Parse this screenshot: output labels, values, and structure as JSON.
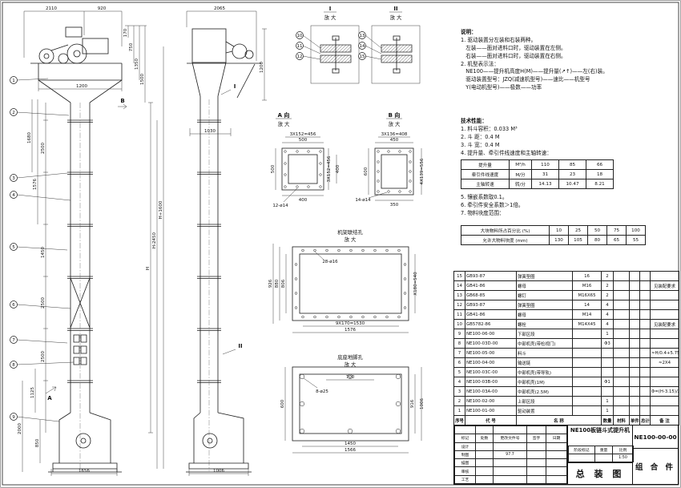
{
  "sheet": {
    "bg": "#ffffff",
    "line_color": "#1a1a1a"
  },
  "marks": {
    "a": "A",
    "b": "B",
    "i": "I",
    "ii": "II",
    "enlarge": "放 大",
    "detail_a": "A 向",
    "detail_b": "B 向",
    "frame_title": "机架联结孔",
    "base_title": "底座地脚孔"
  },
  "dims": {
    "v1_2110": "2110",
    "v1_920": "920",
    "v1_170": "170",
    "v1_750": "750",
    "v1_1350": "1350",
    "v1_1500": "1500",
    "v1_1200": "1200",
    "v1_1680": "1680",
    "v1_1576": "1576",
    "v1_2500": "2500",
    "v1_1450": "1450",
    "v1_1125": "1125",
    "v1_2000": "2000",
    "v1_850": "850",
    "v1_1656": "1656",
    "v1_h": "H",
    "v1_h_minus": "H-2450",
    "v1_h_plus": "H+1600",
    "v2_2065": "2065",
    "v2_1200": "1200",
    "v2_1030": "1030",
    "v2_1006": "1006",
    "a_top": "500",
    "a_top_in": "3X152=456",
    "a_left": "500",
    "a_right": "3X152=456",
    "a_bottom": "400",
    "a_right2": "400",
    "a_note": "12-ø14",
    "b_top": "450",
    "b_top_in": "3X136=408",
    "b_left": "600",
    "b_right": "4X139=556",
    "b_bottom": "350",
    "b_note": "14-ø14",
    "f_note": "28-ø16",
    "f_926": "926",
    "f_880": "880",
    "f_806": "806",
    "f_540": "X180=540",
    "f_1530": "9X170=1530",
    "f_1576": "1576",
    "g_note": "8-ø25",
    "g_600": "600",
    "g_916": "916",
    "g_1006": "1006",
    "g_700": "700",
    "g_1450": "1450",
    "g_1566": "1566"
  },
  "balloons": [
    "1",
    "2",
    "3",
    "4",
    "5",
    "6",
    "7",
    "8",
    "9",
    "10",
    "11",
    "12",
    "13",
    "14",
    "15"
  ],
  "notes": {
    "heading": "说明：",
    "lines": [
      "1. 驱动装置分左装和右装两种。",
      "   左装——面对进料口时，驱动装置在左侧。",
      "   右装——面对进料口时，驱动装置在右侧。",
      "2. 机型表示法：",
      "   NE100——提升机高度H(M)——提升量(↗↑)——左(右)装。",
      "   驱动装置型号：JZQ(减速机型号)——速比——机型号",
      "   Y(电动机型号)——极数——功率"
    ]
  },
  "tech": {
    "heading": "技术性能：",
    "items": [
      "1. 料斗容积：0.033 M³",
      "2. 斗 距：0.4 M",
      "3. 斗 宽：0.4 M",
      "4. 提升量、牵引件线速度和主轴转速："
    ],
    "speed_table": {
      "rows": [
        [
          "提升量",
          "M³/h",
          "110",
          "85",
          "66"
        ],
        [
          "牵引件线速度",
          "M/分",
          "31",
          "23",
          "18"
        ],
        [
          "主轴转速",
          "转/分",
          "14.13",
          "10.47",
          "8.21"
        ]
      ]
    },
    "items2": [
      "5. 镶嵌系数取0.1。",
      "6. 牵引件安全系数＞1倍。",
      "7. 物料块度范围："
    ],
    "lump_table": {
      "rows": [
        [
          "大块物料所占百分比 (%)",
          "10",
          "25",
          "50",
          "75",
          "100"
        ],
        [
          "允许大物料块度 (mm)",
          "130",
          "105",
          "80",
          "65",
          "55"
        ]
      ]
    }
  },
  "bom": {
    "h": {
      "no": "序号",
      "code": "代 号",
      "name": "名 称",
      "qty": "数量",
      "mat": "材料",
      "w1": "单件",
      "w2": "总计",
      "remark": "备 注"
    },
    "rows": [
      {
        "no": "15",
        "code": "GB93-87",
        "name": "弹簧垫圈",
        "spec": "16",
        "qty": "2",
        "mat": "",
        "w1": "",
        "w2": "",
        "remark": ""
      },
      {
        "no": "14",
        "code": "GB41-86",
        "name": "螺母",
        "spec": "M16",
        "qty": "2",
        "mat": "",
        "w1": "",
        "w2": "",
        "remark": "见装配要求"
      },
      {
        "no": "13",
        "code": "GB68-85",
        "name": "螺钉",
        "spec": "M16X65",
        "qty": "2",
        "mat": "",
        "w1": "",
        "w2": "",
        "remark": ""
      },
      {
        "no": "12",
        "code": "GB93-87",
        "name": "弹簧垫圈",
        "spec": "14",
        "qty": "4",
        "mat": "",
        "w1": "",
        "w2": "",
        "remark": ""
      },
      {
        "no": "11",
        "code": "GB41-86",
        "name": "螺母",
        "spec": "M14",
        "qty": "4",
        "mat": "",
        "w1": "",
        "w2": "",
        "remark": ""
      },
      {
        "no": "10",
        "code": "GB5782-86",
        "name": "螺栓",
        "spec": "M14X45",
        "qty": "4",
        "mat": "",
        "w1": "",
        "w2": "",
        "remark": "见装配要求"
      },
      {
        "no": "9",
        "code": "NE100-06-00",
        "name": "下部区段",
        "spec": "",
        "qty": "1",
        "mat": "",
        "w1": "",
        "w2": "",
        "remark": ""
      },
      {
        "no": "8",
        "code": "NE100-03D-00",
        "name": "中部机壳(带检视门)",
        "spec": "",
        "qty": "Φ3",
        "mat": "",
        "w1": "",
        "w2": "",
        "remark": ""
      },
      {
        "no": "7",
        "code": "NE100-05-00",
        "name": "料斗",
        "spec": "",
        "qty": "",
        "mat": "",
        "w1": "",
        "w2": "",
        "remark": "≈H/0.4+5.75"
      },
      {
        "no": "6",
        "code": "NE100-04-00",
        "name": "输送链",
        "spec": "",
        "qty": "",
        "mat": "",
        "w1": "",
        "w2": "",
        "remark": "≈2X4"
      },
      {
        "no": "5",
        "code": "NE100-03C-00",
        "name": "中部机壳(带导轨)",
        "spec": "",
        "qty": "",
        "mat": "",
        "w1": "",
        "w2": "",
        "remark": ""
      },
      {
        "no": "4",
        "code": "NE100-03B-00",
        "name": "中部机壳(1M)",
        "spec": "",
        "qty": "Φ1",
        "mat": "",
        "w1": "",
        "w2": "",
        "remark": ""
      },
      {
        "no": "3",
        "code": "NE100-03A-00",
        "name": "中部机壳(2.5M)",
        "spec": "",
        "qty": "",
        "mat": "",
        "w1": "",
        "w2": "",
        "remark": "Φ=(H-3.15)/2.5"
      },
      {
        "no": "2",
        "code": "NE100-02-00",
        "name": "上部区段",
        "spec": "",
        "qty": "1",
        "mat": "",
        "w1": "",
        "w2": "",
        "remark": ""
      },
      {
        "no": "1",
        "code": "NE100-01-00",
        "name": "驱动装置",
        "spec": "",
        "qty": "1",
        "mat": "",
        "w1": "",
        "w2": "",
        "remark": ""
      }
    ]
  },
  "title_block": {
    "product": "NE100板链斗式提升机",
    "sheet_name": "总 装 图",
    "drawing_no": "NE100-00-00",
    "part_type": "组 合 件",
    "scale_value": "1:50",
    "date": "97.7",
    "labels": {
      "mark": "标记",
      "count": "处数",
      "doc": "更改文件号",
      "sign": "签字",
      "date_l": "日期",
      "design": "设计",
      "draft": "制图",
      "trace": "描图",
      "check": "审核",
      "process": "工艺",
      "stage": "阶段标记",
      "weight": "重量",
      "scale": "比例"
    }
  }
}
